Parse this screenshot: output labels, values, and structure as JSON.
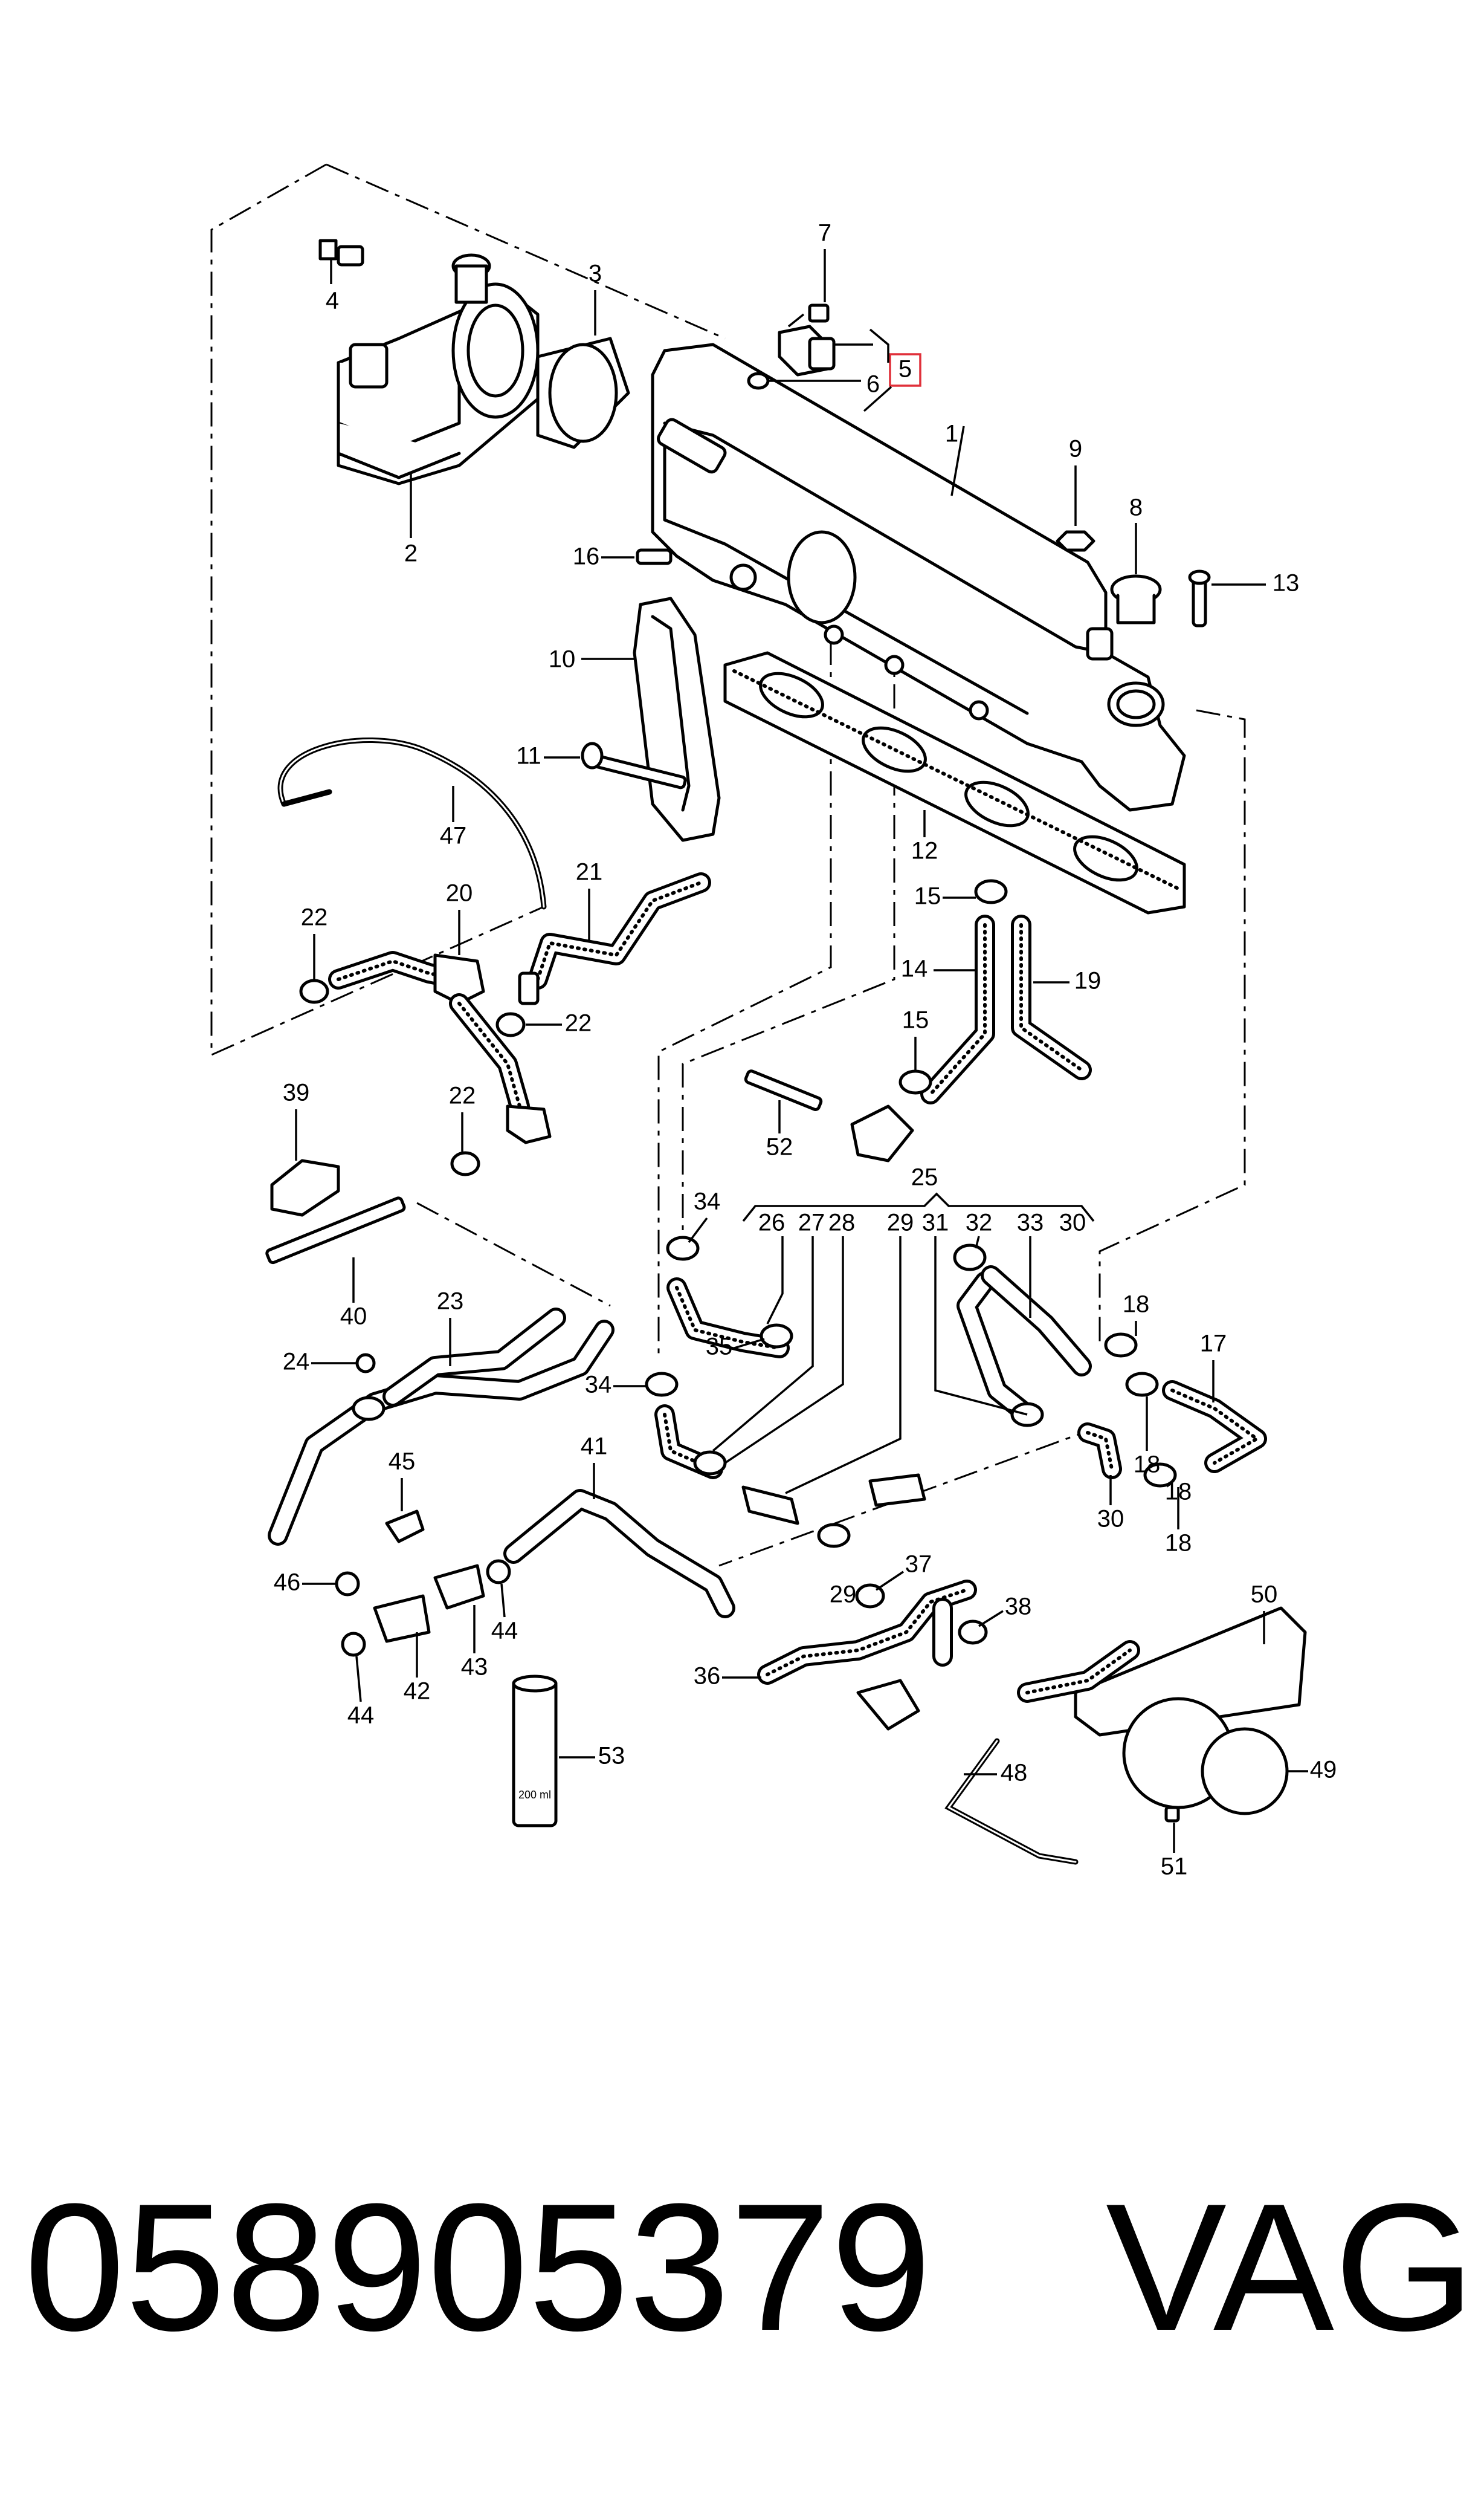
{
  "diagram": {
    "labels": [
      "1",
      "2",
      "3",
      "4",
      "5",
      "6",
      "7",
      "8",
      "9",
      "10",
      "11",
      "12",
      "13",
      "14",
      "15",
      "15",
      "16",
      "17",
      "18",
      "18",
      "18",
      "18",
      "19",
      "20",
      "21",
      "22",
      "22",
      "22",
      "23",
      "24",
      "25",
      "26",
      "27",
      "28",
      "29",
      "29",
      "30",
      "30",
      "31",
      "32",
      "33",
      "34",
      "34",
      "35",
      "36",
      "37",
      "38",
      "39",
      "40",
      "41",
      "42",
      "43",
      "44",
      "44",
      "45",
      "46",
      "47",
      "48",
      "49",
      "50",
      "51",
      "52",
      "53"
    ],
    "highlighted_label": "5",
    "can_text": "200 ml"
  },
  "footer": {
    "part_number": "058905379",
    "brand": "VAG"
  },
  "colors": {
    "highlight": "#e0303a",
    "ink": "#000000",
    "background": "#ffffff"
  }
}
